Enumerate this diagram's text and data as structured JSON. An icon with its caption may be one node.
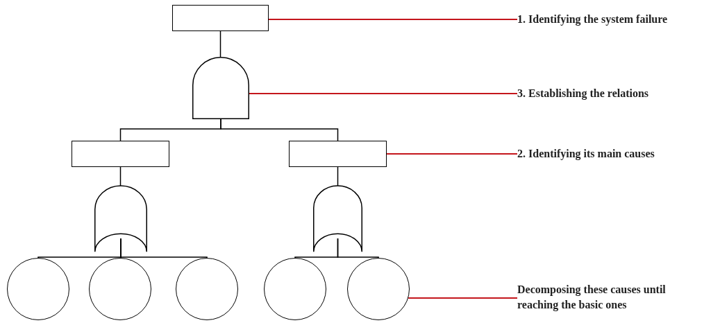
{
  "diagram": {
    "nodes": [
      {
        "text": [],
        "shape": "box"
      },
      {
        "text": [],
        "shape": "and-gate"
      },
      {
        "text": [],
        "shape": "box"
      },
      {
        "text": [],
        "shape": "box"
      },
      {
        "text": [],
        "shape": "or-gate"
      },
      {
        "text": [],
        "shape": "or-gate"
      },
      {
        "text": [],
        "shape": "circle"
      },
      {
        "text": [],
        "shape": "circle"
      },
      {
        "text": [],
        "shape": "circle"
      },
      {
        "text": [],
        "shape": "circle"
      },
      {
        "text": [],
        "shape": "circle"
      },
      {
        "text": [
          "1. Identifying the system failure"
        ]
      },
      {
        "text": [
          "3. Establishing the relations"
        ]
      },
      {
        "text": [
          "2. Identifying its main causes"
        ]
      },
      {
        "text": [
          "Decomposing these causes until reaching the basic ones"
        ]
      }
    ],
    "edges": [
      {
        "from": 0,
        "to": 1,
        "arrow": "none"
      },
      {
        "from": 1,
        "to": 2,
        "arrow": "none"
      },
      {
        "from": 1,
        "to": 3,
        "arrow": "none"
      },
      {
        "from": 2,
        "to": 4,
        "arrow": "none"
      },
      {
        "from": 3,
        "to": 5,
        "arrow": "none"
      },
      {
        "from": 4,
        "to": 6,
        "arrow": "none"
      },
      {
        "from": 4,
        "to": 7,
        "arrow": "none"
      },
      {
        "from": 4,
        "to": 8,
        "arrow": "none"
      },
      {
        "from": 5,
        "to": 9,
        "arrow": "none"
      },
      {
        "from": 5,
        "to": 10,
        "arrow": "none"
      },
      {
        "from": 11,
        "to": 0,
        "arrow": "none",
        "color": "#c4161c"
      },
      {
        "from": 12,
        "to": 1,
        "arrow": "none",
        "color": "#c4161c"
      },
      {
        "from": 13,
        "to": 3,
        "arrow": "none",
        "color": "#c4161c"
      },
      {
        "from": 14,
        "to": 10,
        "arrow": "none",
        "color": "#c4161c"
      }
    ]
  }
}
